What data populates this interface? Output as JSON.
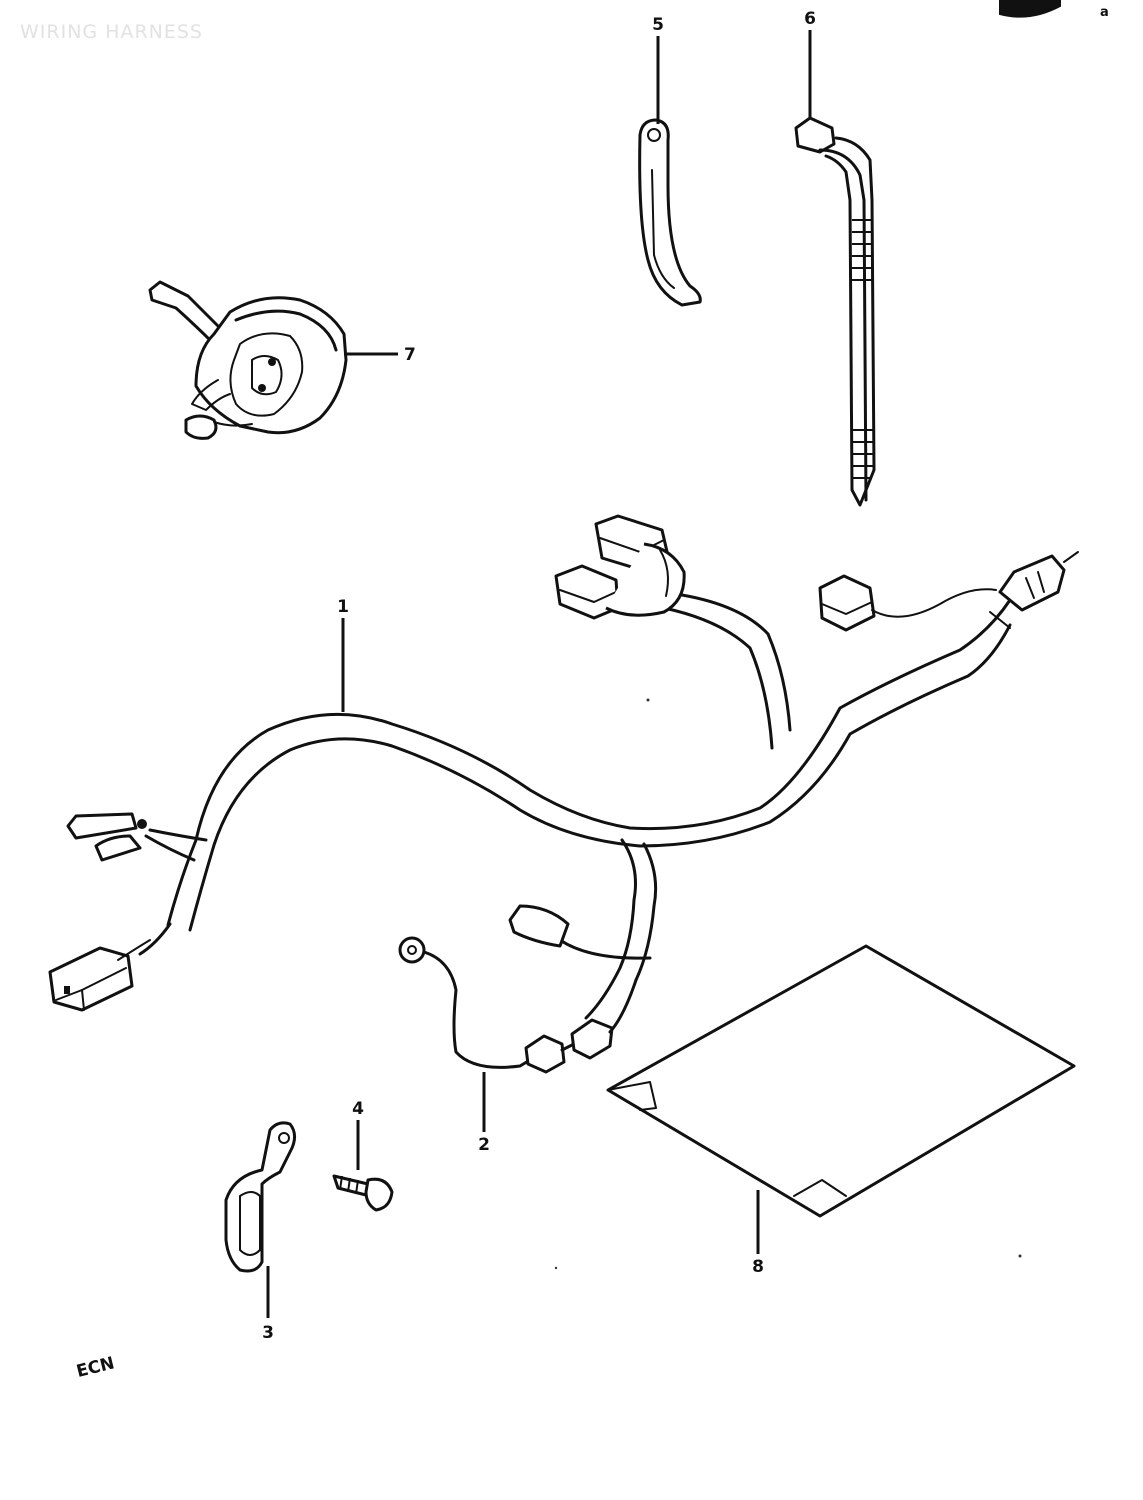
{
  "title": "WIRING HARNESS",
  "corner_mark": "B",
  "corner_sub": "a",
  "model_code": "ECN",
  "callouts": {
    "c1": "1",
    "c2": "2",
    "c3": "3",
    "c4": "4",
    "c5": "5",
    "c6": "6",
    "c7": "7",
    "c8": "8"
  }
}
